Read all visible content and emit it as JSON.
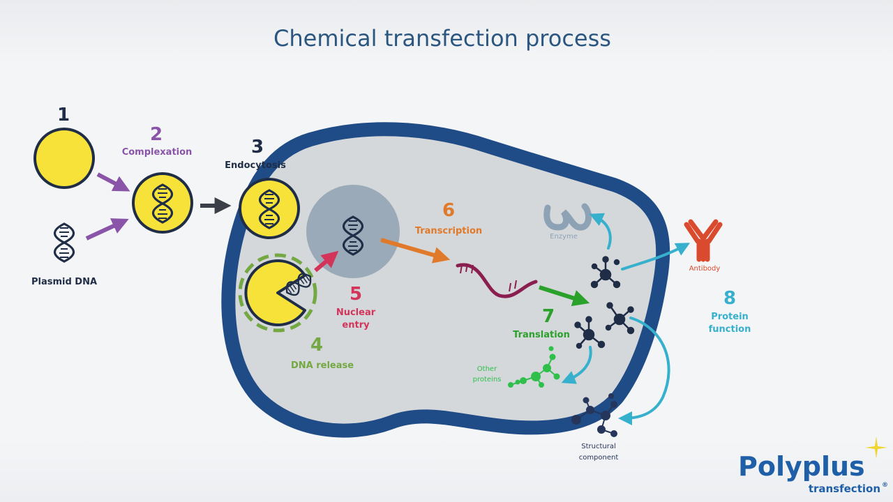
{
  "title": "Chemical transfection process",
  "colors": {
    "navy": "#1f2d46",
    "purple": "#8a55a8",
    "green_light": "#74a842",
    "red": "#d2345a",
    "orange": "#e07a2a",
    "green": "#2aa12a",
    "cyan": "#36b0cc",
    "yellow": "#f7e23a",
    "membrane": "#1f4b86",
    "cytoplasm": "#d5d8db",
    "nucleus": "#9aaab9",
    "antibody": "#d94a2e",
    "brand_blue": "#1f5fa8",
    "brand_yellow": "#f0d52e"
  },
  "steps": {
    "s1": {
      "number": "1"
    },
    "s2": {
      "number": "2",
      "label": "Complexation"
    },
    "s3": {
      "number": "3",
      "label": "Endocytosis"
    },
    "s4": {
      "number": "4",
      "label": "DNA release"
    },
    "s5": {
      "number": "5",
      "label_line1": "Nuclear",
      "label_line2": "entry"
    },
    "s6": {
      "number": "6",
      "label": "Transcription"
    },
    "s7": {
      "number": "7",
      "label": "Translation"
    },
    "s8": {
      "number": "8",
      "label_line1": "Protein",
      "label_line2": "function"
    }
  },
  "labels": {
    "plasmid_dna": "Plasmid DNA",
    "enzyme": "Enzyme",
    "antibody": "Antibody",
    "other_proteins_line1": "Other",
    "other_proteins_line2": "proteins",
    "structural_line1": "Structural",
    "structural_line2": "component"
  },
  "logo": {
    "name": "Polyplus",
    "sub": "transfection",
    "mark": "®"
  }
}
